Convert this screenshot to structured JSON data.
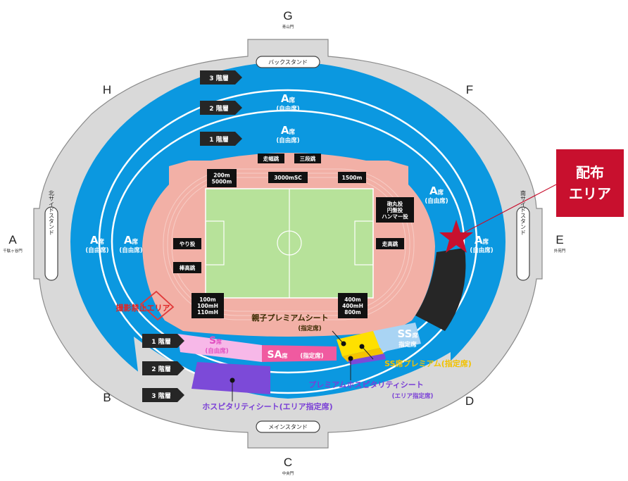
{
  "gates": {
    "g": {
      "letter": "G",
      "sub": "青山門"
    },
    "h": {
      "letter": "H"
    },
    "f": {
      "letter": "F"
    },
    "a": {
      "letter": "A",
      "sub": "千駄ヶ谷門"
    },
    "e": {
      "letter": "E",
      "sub": "外苑門"
    },
    "b": {
      "letter": "B"
    },
    "d": {
      "letter": "D"
    },
    "c": {
      "letter": "C",
      "sub": "中央門"
    }
  },
  "stands": {
    "back": "バックスタンド",
    "main": "メインスタンド",
    "north": "北サイドスタンド",
    "south": "南サイドスタンド"
  },
  "floor_tags": {
    "back_3": "3 階層",
    "back_2": "2 階層",
    "back_1": "1 階層",
    "main_1": "1 階層",
    "main_2": "2 階層",
    "main_3": "3 階層"
  },
  "seat_a": {
    "main": "A",
    "small": "席",
    "sub": "(自由席)"
  },
  "events": {
    "long_jump": "走幅跳",
    "triple_jump": "三段跳",
    "e_200_5000": "200m\n5000m",
    "steeple": "3000mSC",
    "e_1500": "1500m",
    "throws": "砲丸投\n円盤投\nハンマー投",
    "high_jump": "走高跳",
    "javelin": "やり投",
    "pole_vault": "棒高跳",
    "sprints": "100m\n100mH\n110mH",
    "e_400": "400m\n400mH\n800m"
  },
  "zones": {
    "no_photo": "撮影禁止エリア",
    "family": "親子プレミアムシート",
    "family_sub": "(指定席)",
    "ss_main": "SS",
    "ss_small": "席",
    "ss_sub": "指定席",
    "ss_premium": "SS席プレミアム(指定席)",
    "s_main": "S",
    "s_small": "席",
    "s_sub": "(自由席)",
    "sa_main": "SA",
    "sa_small": "席",
    "sa_sub": "(指定席)",
    "premium_hosp": "プレミアムホスピタリティシート",
    "premium_hosp_sub": "(エリア指定席)",
    "hosp": "ホスピタリティシート(エリア指定席)"
  },
  "callout": {
    "line1": "配布",
    "line2": "エリア"
  },
  "colors": {
    "blue": "#0b98e0",
    "track": "#f2b0a6",
    "field": "#b7e29a",
    "grey": "#d9d9d9",
    "dark": "#262626",
    "callout_red": "#c8102e"
  }
}
